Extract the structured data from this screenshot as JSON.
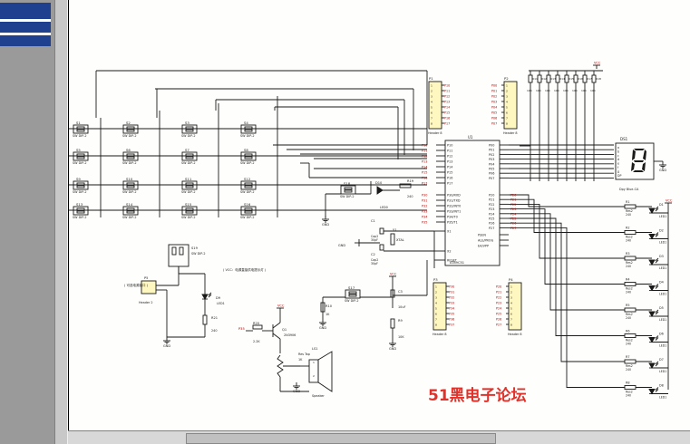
{
  "watermark": {
    "text": "51黑电子论坛",
    "color": "#e0322a"
  },
  "schematic": {
    "mcu": {
      "designator": "U1",
      "part": "AT89C51",
      "left_pins": [
        "P10",
        "P11",
        "P12",
        "P13",
        "P14",
        "P15",
        "P16",
        "P17"
      ],
      "left_pins2": [
        "P30/RXD",
        "P31/TXD",
        "P32/INT0",
        "P33/INT1",
        "P34/T0",
        "P35/T1"
      ],
      "pin_x1": "X1",
      "pin_x2": "X2",
      "pin_reset": "RESET",
      "right_pins_p0": [
        "P00",
        "P01",
        "P02",
        "P03",
        "P04",
        "P05",
        "P06",
        "P07"
      ],
      "right_pins_p2": [
        "P20",
        "P21",
        "P22",
        "P23",
        "P24",
        "P25",
        "P26",
        "P27"
      ],
      "right_pins_extra": [
        "PSEN",
        "ALE/PROG",
        "EA/VPP"
      ]
    },
    "headers": {
      "p1": {
        "designator": "P1",
        "label": "Header 8"
      },
      "p2": {
        "designator": "P2",
        "label": "Header 8"
      },
      "p3": {
        "designator": "P3",
        "label": "Header 8"
      },
      "p4": {
        "designator": "P4",
        "label": "Header 8"
      },
      "p5": {
        "designator": "P5",
        "label": "Header 2"
      }
    },
    "switch_label": "SW DIP-2",
    "switches": [
      "S1",
      "S2",
      "S3",
      "S4",
      "S5",
      "S6",
      "S7",
      "S8",
      "S9",
      "S10",
      "S11",
      "S12",
      "S13",
      "S14",
      "S15",
      "S16"
    ],
    "s18": {
      "designator": "S18",
      "label": "SW DIP-2"
    },
    "s17": {
      "designator": "S17",
      "label": "SW DIP-2"
    },
    "s19": {
      "designator": "S19",
      "label": "SW DIP-2"
    },
    "display": {
      "designator": "DS1",
      "label": "Dpy Blue-CA",
      "segments": [
        "a",
        "b",
        "c",
        "d",
        "e",
        "f",
        "g",
        "DP"
      ]
    },
    "pullups": {
      "value": "10K",
      "designators": [
        "R11",
        "R12",
        "R13",
        "R14",
        "R15",
        "R16",
        "R17",
        "R18"
      ]
    },
    "led_res_value": "240",
    "led_part": "LED1",
    "res_part": "Res2",
    "leds": [
      "D1",
      "D2",
      "D3",
      "D4",
      "D5",
      "D6",
      "D7",
      "D8"
    ],
    "resistors": [
      "R1",
      "R2",
      "R3",
      "R4",
      "R5",
      "R6",
      "R7",
      "R8"
    ],
    "crystal": {
      "designator": "Y1",
      "label": "XTAL",
      "c1": "C1",
      "c2": "C2",
      "cap": "Cap2",
      "cval": "30pF"
    },
    "reset": {
      "c3": "C3",
      "c3val": "10uF",
      "r9": "R9",
      "r9val": "10K",
      "r10": "R10",
      "r10val": "1K"
    },
    "led_d10": {
      "designator": "D10",
      "part": "LED0",
      "r": "R19",
      "rval": "240"
    },
    "led_d9": {
      "designator": "D9",
      "part": "LED1",
      "r": "R21",
      "rval": "240"
    },
    "note_vcc": "( VCC：电源直接供电提示灯 )",
    "note_p5": "( 可选电源接口 )",
    "transistor": {
      "designator": "Q1",
      "part": "2N3906",
      "r": "R20",
      "rval": "2.2K",
      "net": "P35"
    },
    "speaker": {
      "designator": "LS1",
      "label": "Speaker",
      "rv": "Res Tap",
      "rvval": "1K"
    },
    "vcc": "VCC",
    "gnd": "GND"
  }
}
